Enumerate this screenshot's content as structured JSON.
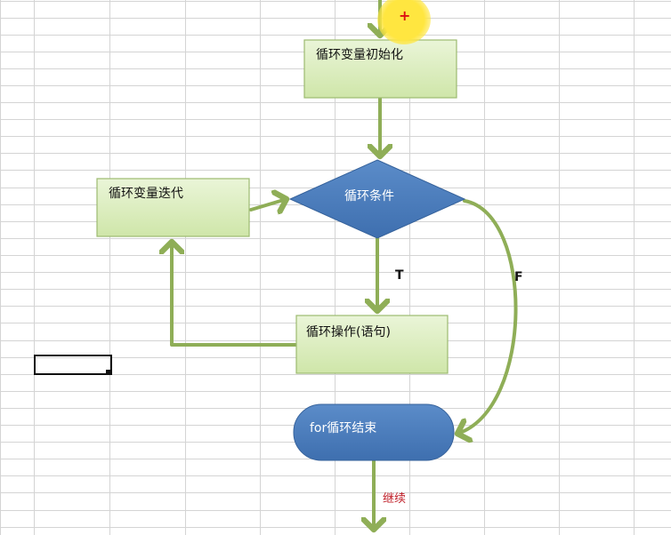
{
  "nodes": {
    "init": "循环变量初始化",
    "condition": "循环条件",
    "iterate": "循环变量迭代",
    "operation": "循环操作(语句)",
    "end": "for循环结束"
  },
  "edge_labels": {
    "true": "T",
    "false": "F",
    "continue": "继续"
  },
  "cursor_symbol": "+",
  "colors": {
    "box_fill": "#d6ebb4",
    "box_border": "#9cba70",
    "arrow": "#8fae57",
    "decision_fill": "#4f81bd",
    "end_fill": "#4f81bd",
    "label_red": "#c0202a",
    "grid": "#d4d4d4"
  }
}
